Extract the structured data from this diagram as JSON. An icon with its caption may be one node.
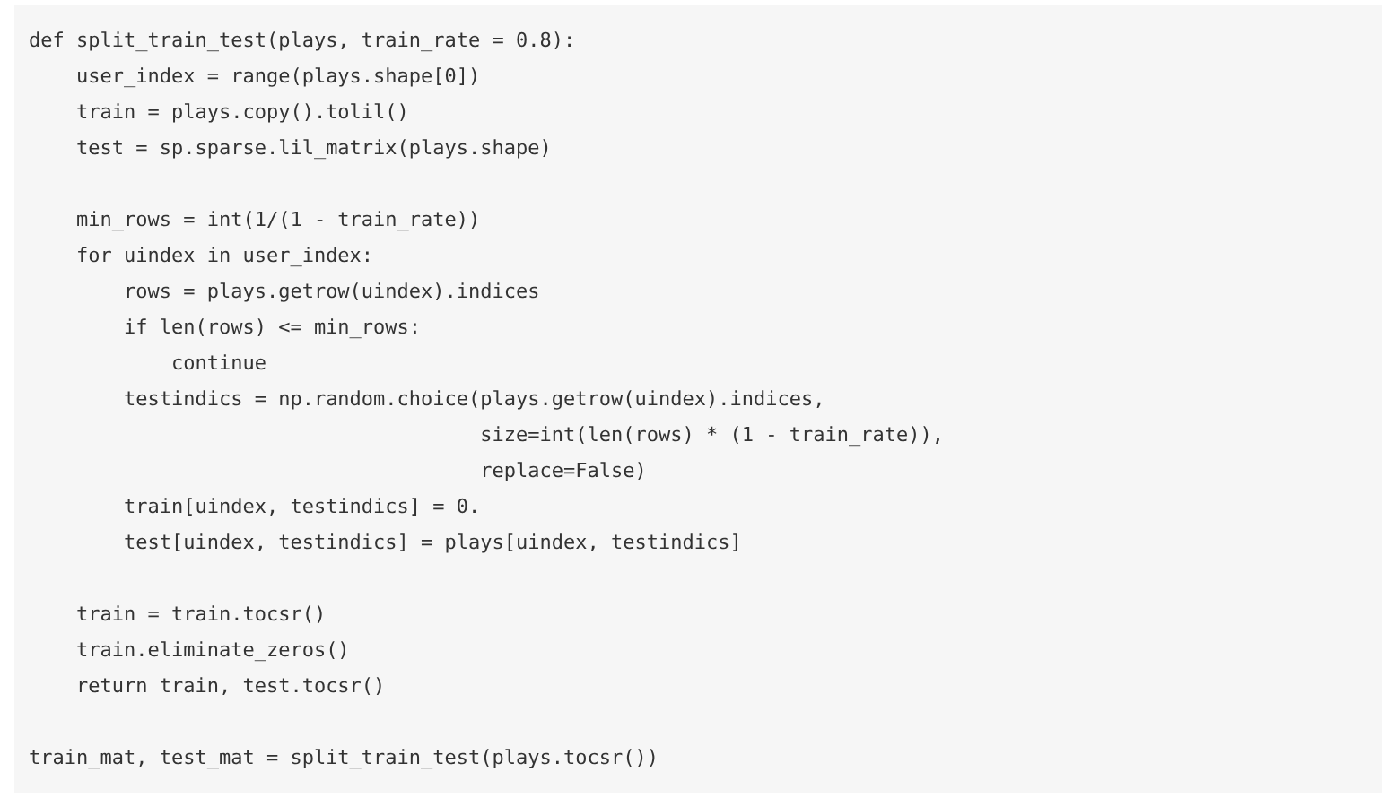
{
  "diagram": {
    "labels": [
      "def split_train_test(plays, train_rate = 0.8):",
      "    user_index = range(plays.shape[0])",
      "    train = plays.copy().tolil()",
      "    test = sp.sparse.lil_matrix(plays.shape)",
      "    min_rows = int(1/(1 - train_rate))",
      "    for uindex in user_index:",
      "        rows = plays.getrow(uindex).indices",
      "        if len(rows) <= min_rows:",
      "            continue",
      "        testindics = np.random.choice(plays.getrow(uindex).indices,",
      "                                      size=int(len(rows) * (1 - train_rate)),",
      "                                      replace=False)",
      "        train[uindex, testindics] = 0.",
      "        test[uindex, testindics] = plays[uindex, testindics]",
      "    train = train.tocsr()",
      "    train.eliminate_zeros()",
      "    return train, test.tocsr()",
      "train_mat, test_mat = split_train_test(plays.tocsr())"
    ]
  }
}
